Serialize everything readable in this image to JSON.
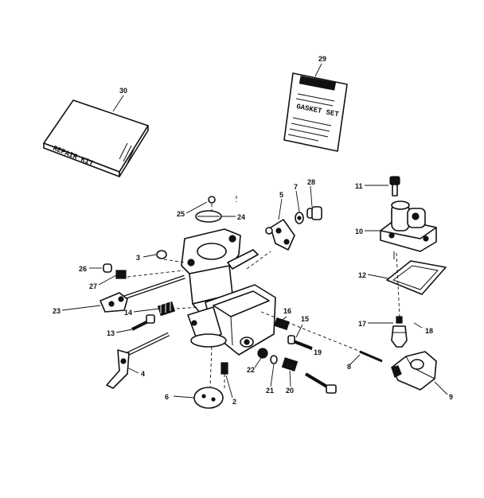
{
  "diagram": {
    "callouts": {
      "p30": "30",
      "p29": "29",
      "p11": "11",
      "p10": "10",
      "p5": "5",
      "p7": "7",
      "p28": "28",
      "p25": "25",
      "p24": "24",
      "p3": "3",
      "p26": "26",
      "p27": "27",
      "p12": "12",
      "p23": "23",
      "p14": "14",
      "p16": "16",
      "p15": "15",
      "p17": "17",
      "p18": "18",
      "p13": "13",
      "p19": "19",
      "p8": "8",
      "p22": "22",
      "p4": "4",
      "p21": "21",
      "p20": "20",
      "p9": "9",
      "p6": "6",
      "p2": "2"
    },
    "repair_kit_label": "REPAIR KIT",
    "gasket_set_label": "GASKET SET"
  }
}
